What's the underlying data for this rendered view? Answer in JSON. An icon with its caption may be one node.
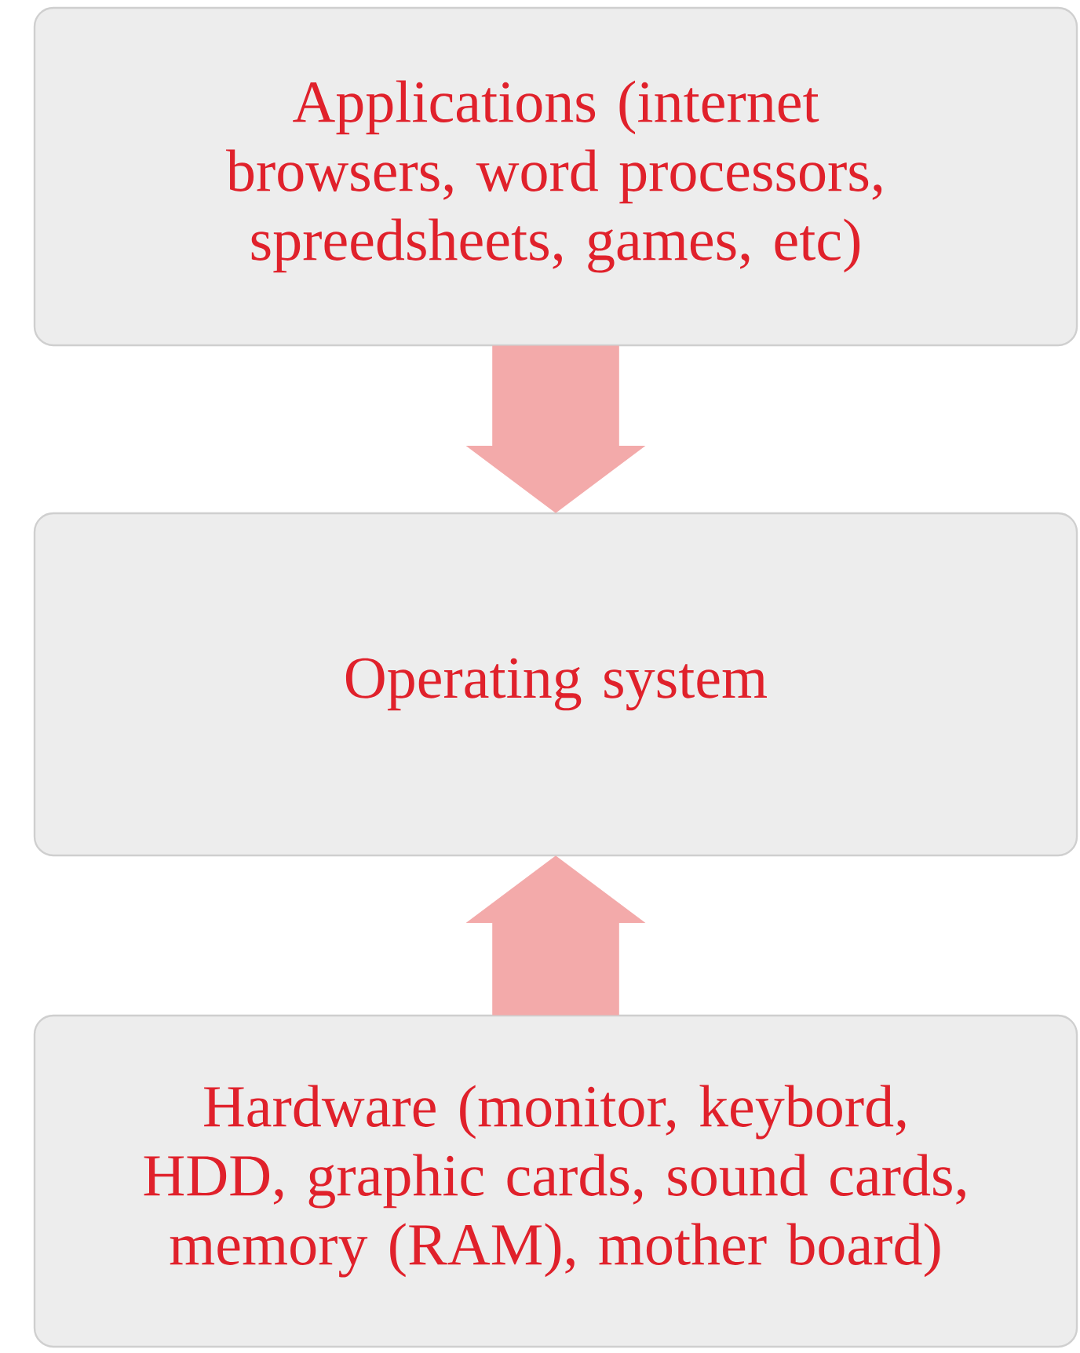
{
  "diagram": {
    "nodes": [
      {
        "text": [
          "Applications (internet browsers, word processors, spreedsheets, games, etc)"
        ]
      },
      {
        "text": [
          "Operating system"
        ]
      },
      {
        "text": [
          "Hardware (monitor, keybord, HDD, graphic cards, sound cards, memory (RAM), mother board)"
        ]
      }
    ],
    "edges": [
      {
        "from": 0,
        "to": 1,
        "arrow": "to"
      },
      {
        "from": 2,
        "to": 1,
        "arrow": "to"
      }
    ]
  }
}
